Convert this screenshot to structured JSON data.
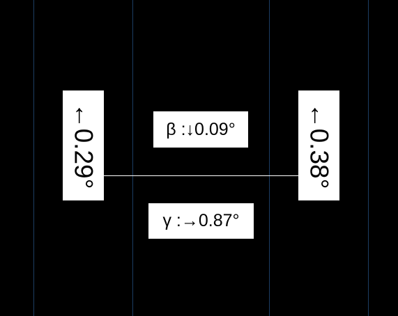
{
  "colors": {
    "background": "#000000",
    "gridline": "#1c3d63",
    "connector": "#ffffff",
    "label_bg": "#ffffff",
    "label_text": "#000000"
  },
  "labels": {
    "left_value": "←0.29°",
    "right_value": "←0.38°",
    "beta": "β :↓0.09°",
    "gamma": "γ :→0.87°"
  }
}
